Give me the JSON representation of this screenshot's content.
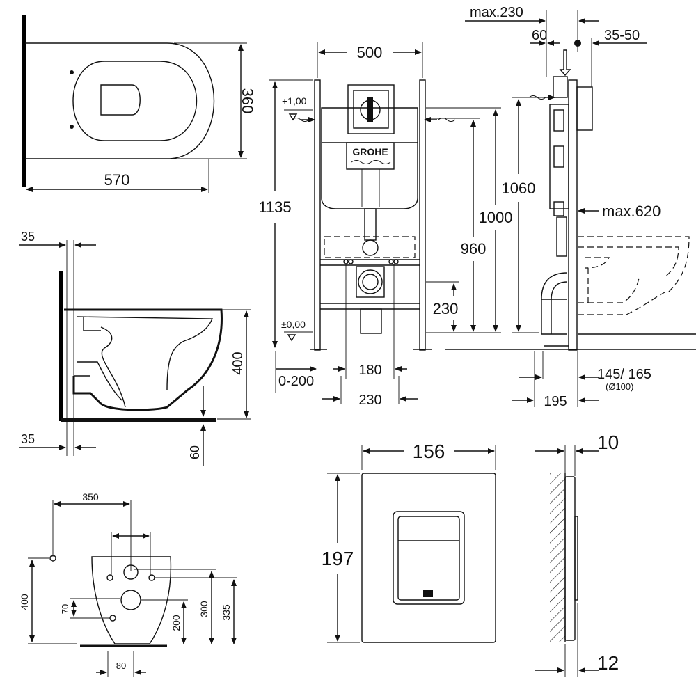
{
  "brand": "GROHE",
  "top_view": {
    "width": "360",
    "length": "570"
  },
  "side_view": {
    "wall_top": "35",
    "wall_bottom": "35",
    "height": "400",
    "floor_gap": "60"
  },
  "mount_view": {
    "spacing": "350",
    "height": "400",
    "d70": "70",
    "d200": "200",
    "d300": "300",
    "d335": "335",
    "d80": "80"
  },
  "frame_front": {
    "width": "500",
    "h1135": "1135",
    "h1000": "1000",
    "h960": "960",
    "h230": "230",
    "level_top": "+1,00",
    "level_bottom": "±0,00",
    "offset": "0-200",
    "d180": "180",
    "d230": "230"
  },
  "frame_side": {
    "max230": "max.230",
    "d60": "60",
    "d35_50": "35-50",
    "h1060": "1060",
    "max620": "max.620",
    "d145_165": "145/ 165",
    "pipe": "(Ø100)",
    "d195": "195"
  },
  "plate": {
    "width": "156",
    "height": "197",
    "depth_top": "10",
    "depth_bottom": "12"
  }
}
